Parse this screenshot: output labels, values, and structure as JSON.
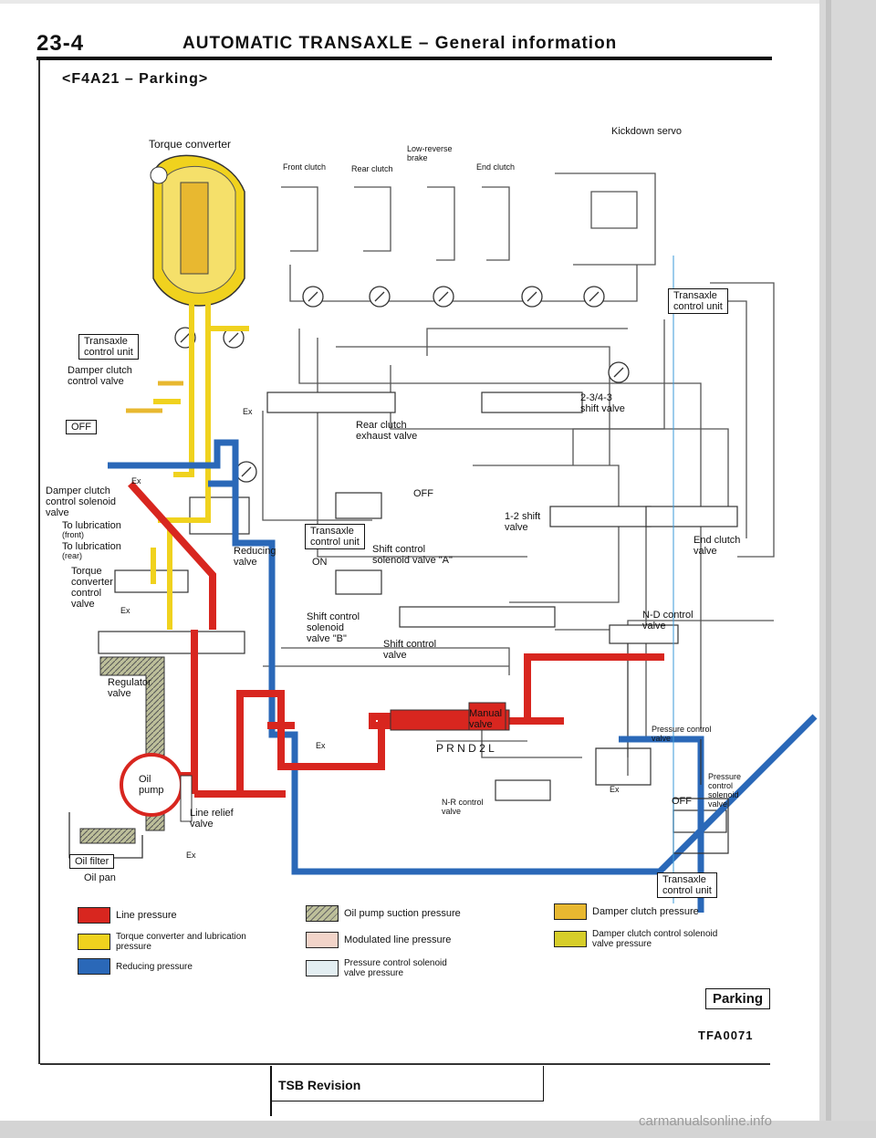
{
  "header": {
    "page_number": "23-4",
    "title": "AUTOMATIC TRANSAXLE – General information",
    "subtitle": "<F4A21 – Parking>"
  },
  "colors": {
    "line_pressure": "#d8261f",
    "torque_converter": "#f0d21e",
    "reducing": "#2a68b8",
    "oil_pump_suction": "#bdbf9a",
    "modulated_line": "#f2d4c9",
    "pressure_control_solenoid": "#e3eef2",
    "damper_clutch": "#e8b830",
    "damper_clutch_control": "#d6cd2a"
  },
  "diagram": {
    "labels": {
      "torque_converter": "Torque converter",
      "front_clutch": "Front clutch",
      "rear_clutch": "Rear clutch",
      "low_reverse_brake": "Low-reverse\nbrake",
      "end_clutch": "End clutch",
      "kickdown_servo": "Kickdown servo",
      "transaxle_control_unit": "Transaxle\ncontrol unit",
      "damper_clutch_control_valve": "Damper clutch\ncontrol valve",
      "off": "OFF",
      "on": "ON",
      "ex": "Ex",
      "damper_clutch_control_solenoid_valve": "Damper clutch\ncontrol solenoid\nvalve",
      "to_lubrication_front": "To lubrication",
      "front": "(front)",
      "to_lubrication_rear": "To lubrication",
      "rear": "(rear)",
      "torque_converter_control_valve": "Torque\nconverter\ncontrol\nvalve",
      "regulator_valve": "Regulator\nvalve",
      "oil_pump": "Oil\npump",
      "oil_filter": "Oil filter",
      "oil_pan": "Oil pan",
      "line_relief_valve": "Line relief\nvalve",
      "reducing_valve": "Reducing\nvalve",
      "rear_clutch_exhaust_valve": "Rear clutch\nexhaust valve",
      "shift_valve_234_3": "2-3/4-3\nshift valve",
      "shift_control_solenoid_valve_a": "Shift control\nsolenoid valve \"A\"",
      "shift_valve_1_2": "1-2 shift\nvalve",
      "end_clutch_valve": "End clutch\nvalve",
      "shift_control_solenoid_valve_b": "Shift control\nsolenoid\nvalve \"B\"",
      "shift_control_valve": "Shift control\nvalve",
      "nd_control_valve": "N-D control\nvalve",
      "manual_valve": "Manual\nvalve",
      "prnd2l": "P R N D 2 L",
      "pressure_control_valve": "Pressure control\nvalve",
      "pressure_control_solenoid_valve": "Pressure\ncontrol\nsolenoid\nvalve",
      "nr_control_valve": "N-R control\nvalve"
    }
  },
  "legend": [
    {
      "key": "line_pressure",
      "label": "Line pressure"
    },
    {
      "key": "torque_converter",
      "label": "Torque converter and lubrication\npressure"
    },
    {
      "key": "reducing",
      "label": "Reducing pressure"
    },
    {
      "key": "oil_pump_suction",
      "label": "Oil pump suction pressure"
    },
    {
      "key": "modulated_line",
      "label": "Modulated line pressure"
    },
    {
      "key": "pressure_control_solenoid",
      "label": "Pressure control solenoid\nvalve pressure"
    },
    {
      "key": "damper_clutch",
      "label": "Damper clutch pressure"
    },
    {
      "key": "damper_clutch_control",
      "label": "Damper clutch control solenoid\nvalve pressure"
    }
  ],
  "footer": {
    "mode_badge": "Parking",
    "figure_code": "TFA0071",
    "revision_label": "TSB Revision",
    "site": "carmanualsonline.info"
  }
}
